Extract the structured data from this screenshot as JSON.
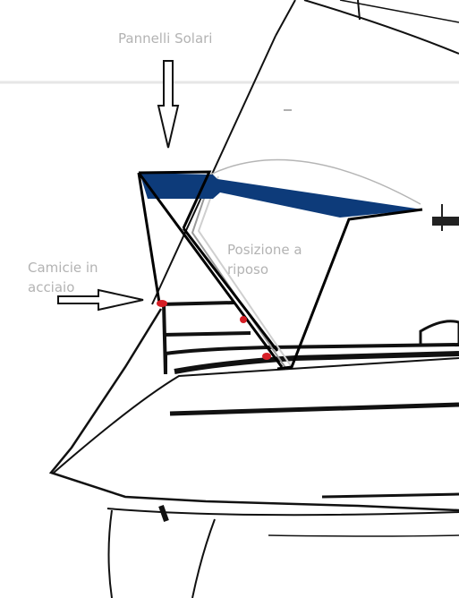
{
  "labels": {
    "solar_panels": "Pannelli Solari",
    "steel_sleeves_line1": "Camicie in",
    "steel_sleeves_line2": "acciaio",
    "rest_position_line1": "Posizione a",
    "rest_position_line2": "riposo"
  },
  "colors": {
    "label_text": "#b3b3b3",
    "panel_fill": "#0d3b7a",
    "frame": "#000000",
    "rest_outline": "#a0a0a0",
    "hull_lines": "#222222",
    "joint_marker": "#d61f26"
  }
}
